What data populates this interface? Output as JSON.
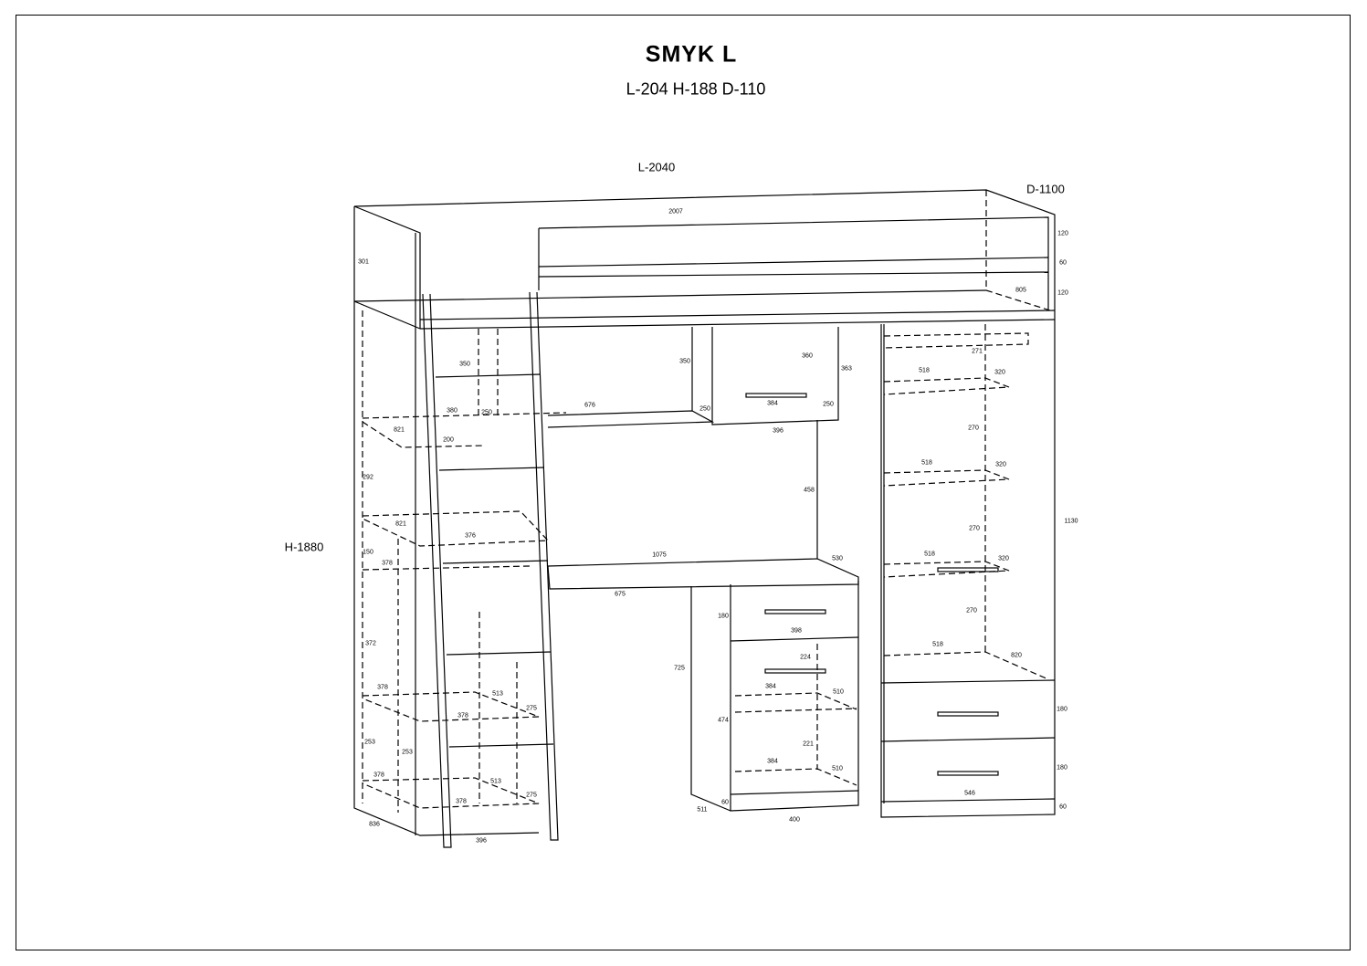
{
  "title": "SMYK L",
  "subtitle": "L-204 H-188 D-110",
  "overall": {
    "length": "L-2040",
    "depth": "D-1100",
    "height": "H-1880"
  },
  "dims": {
    "bed": [
      "2007",
      "120",
      "60",
      "120",
      "805",
      "301"
    ],
    "left_tower": [
      "350",
      "380",
      "250",
      "821",
      "200",
      "292",
      "821",
      "376",
      "150",
      "378",
      "372",
      "378",
      "513",
      "275",
      "378",
      "253",
      "253",
      "378",
      "513",
      "275",
      "378",
      "836",
      "396"
    ],
    "upper_desk": [
      "350",
      "676",
      "250",
      "360",
      "363",
      "384",
      "250",
      "396",
      "458",
      "1075",
      "530",
      "675"
    ],
    "drawer_unit": [
      "180",
      "398",
      "224",
      "725",
      "384",
      "510",
      "474",
      "221",
      "384",
      "510",
      "60",
      "511",
      "400"
    ],
    "wardrobe": [
      "271",
      "518",
      "320",
      "270",
      "518",
      "320",
      "1130",
      "270",
      "518",
      "320",
      "270",
      "518",
      "820",
      "180",
      "180",
      "546",
      "60"
    ]
  },
  "colors": {
    "line": "#000000",
    "background": "#ffffff"
  }
}
